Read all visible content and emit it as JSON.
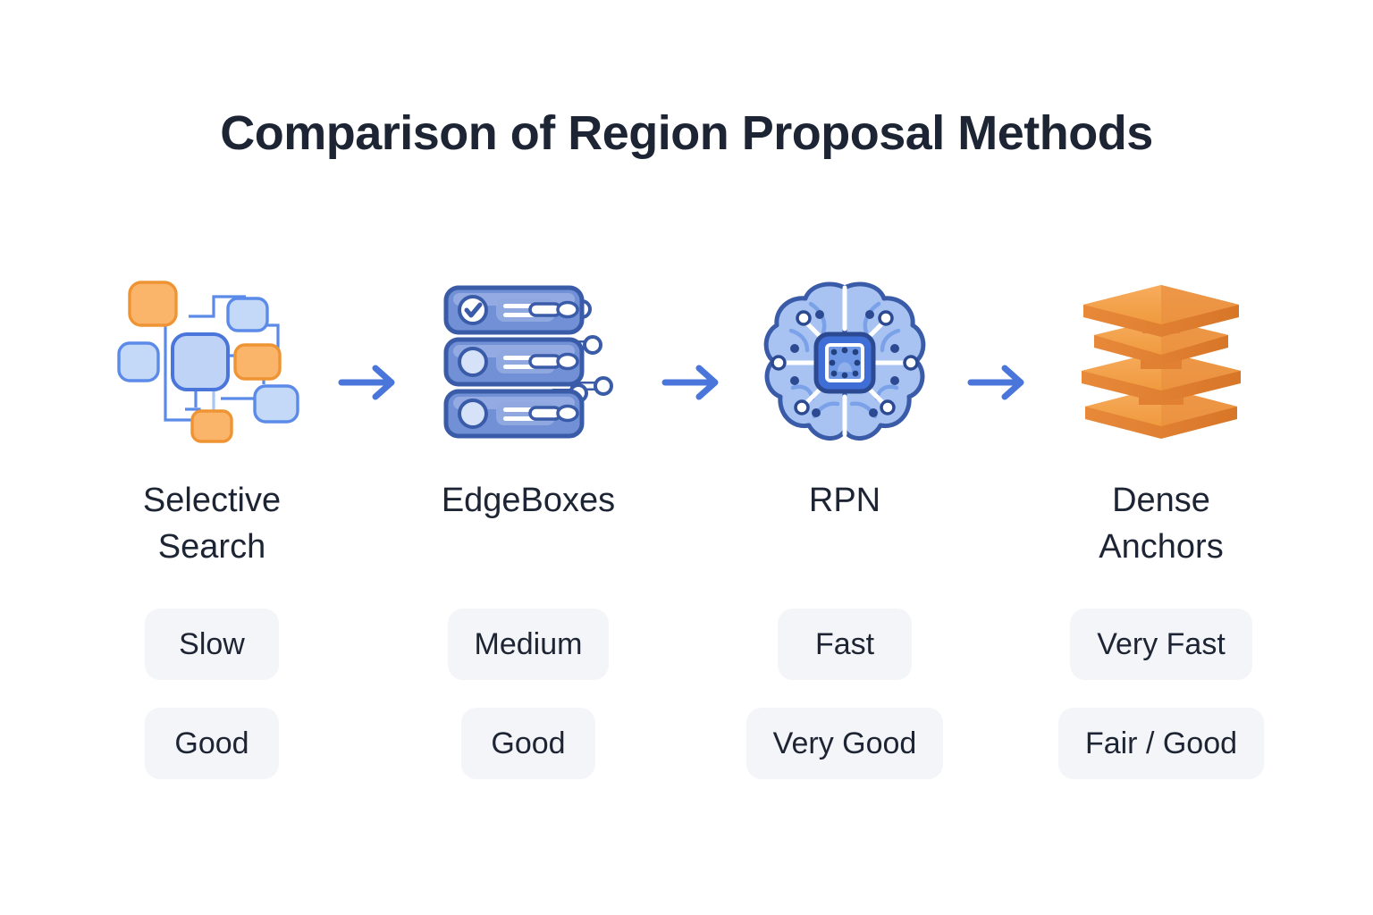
{
  "page": {
    "title": "Comparison of Region Proposal Methods",
    "background_color": "#ffffff",
    "text_color": "#1d2433",
    "accent_blue": "#4a76db",
    "accent_orange": "#f0922f",
    "pill_background": "#f4f5f8"
  },
  "columns": [
    {
      "label": "Selective Search",
      "icon": "network-graph-icon",
      "speed": "Slow",
      "quality": "Good"
    },
    {
      "label": "EdgeBoxes",
      "icon": "server-stack-circuit-icon",
      "speed": "Medium",
      "quality": "Good"
    },
    {
      "label": "RPN",
      "icon": "brain-chip-icon",
      "speed": "Fast",
      "quality": "Very Good"
    },
    {
      "label": "Dense Anchors",
      "icon": "stacked-layers-icon",
      "speed": "Very Fast",
      "quality": "Fair / Good"
    }
  ],
  "arrows": [
    {
      "name": "arrow-right-icon"
    },
    {
      "name": "arrow-right-icon"
    },
    {
      "name": "arrow-right-icon"
    }
  ]
}
